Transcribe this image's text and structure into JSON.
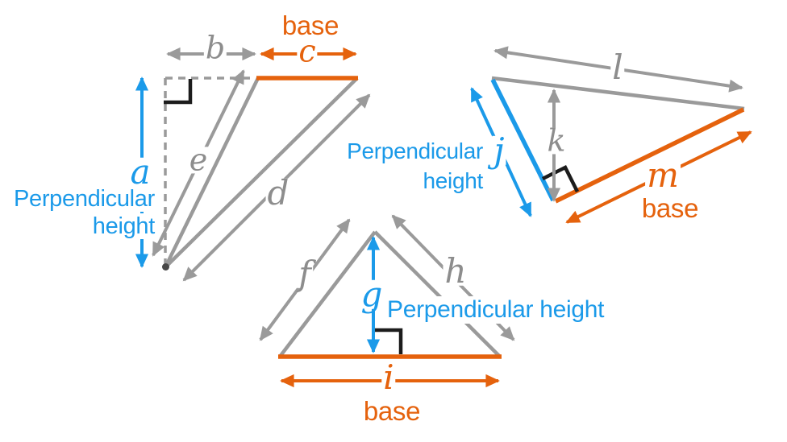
{
  "colors": {
    "height_blue": "#1b9ae9",
    "base_orange": "#e5620d",
    "line_gray": "#9a9a9a",
    "right_angle_black": "#1c1c1c",
    "background": "#ffffff"
  },
  "triangles": {
    "obtuse": {
      "perp_label": {
        "line1": "Perpendicular",
        "line2": "height"
      },
      "base_label": "base",
      "letters": {
        "a": "a",
        "b": "b",
        "c": "c",
        "d": "d",
        "e": "e"
      }
    },
    "right": {
      "perp_label": {
        "line1": "Perpendicular",
        "line2": "height"
      },
      "base_label": "base",
      "letters": {
        "j": "j",
        "k": "k",
        "l": "l",
        "m": "m"
      }
    },
    "acute": {
      "perp_label": "Perpendicular height",
      "base_label": "base",
      "letters": {
        "f": "f",
        "g": "g",
        "h": "h",
        "i": "i"
      }
    }
  }
}
